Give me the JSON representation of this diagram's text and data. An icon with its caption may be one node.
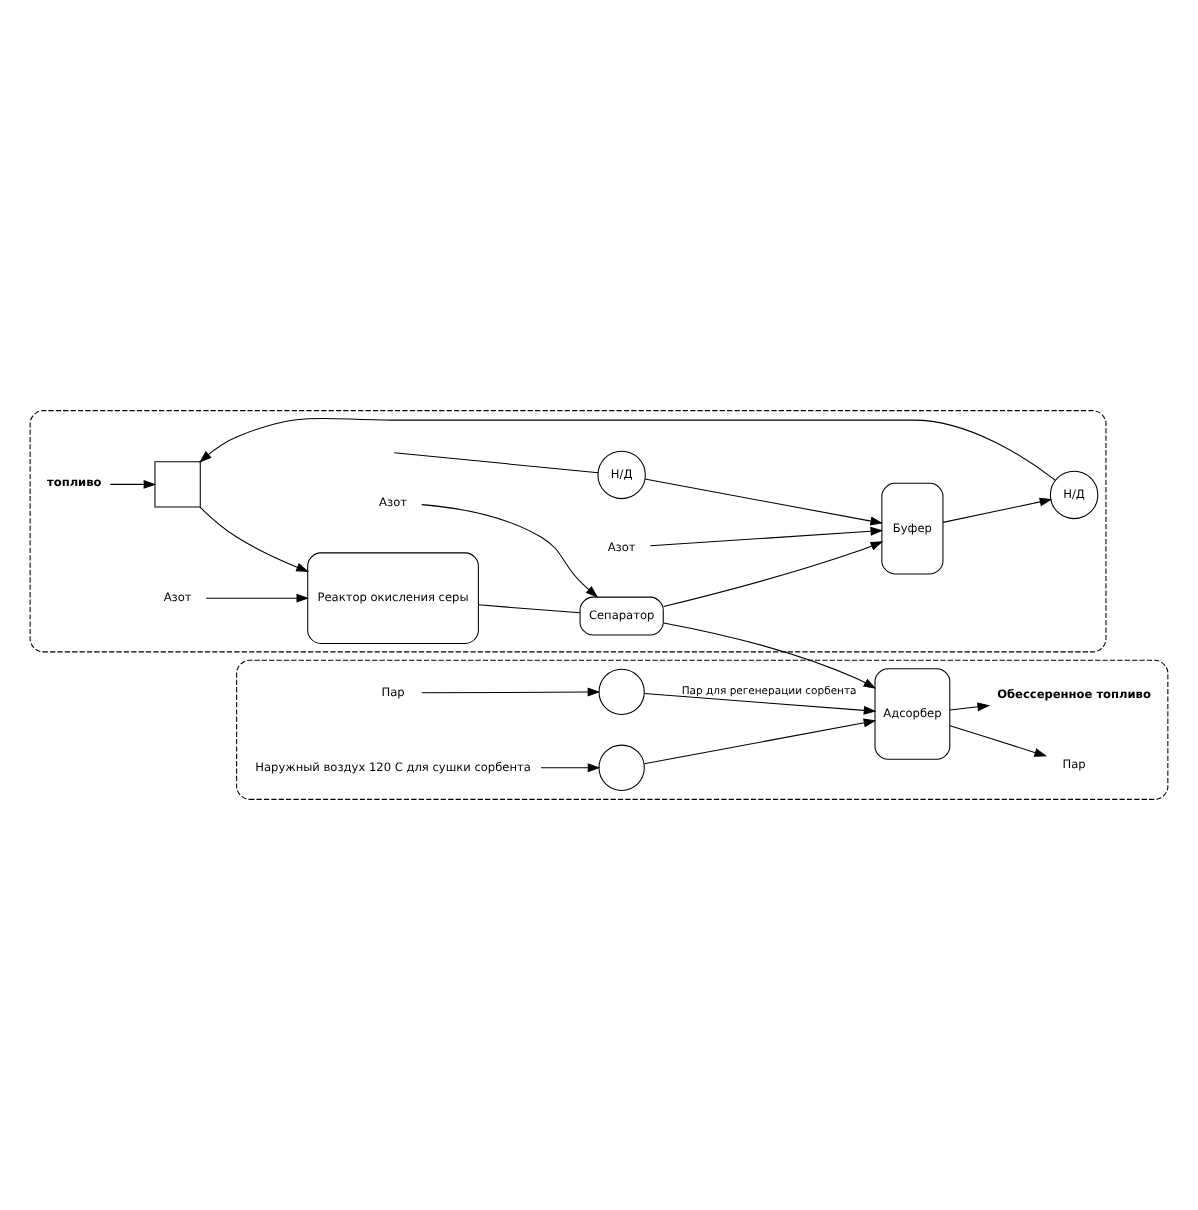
{
  "diagram": {
    "nodes": [
      {
        "text": [],
        "shape": "box"
      },
      {
        "text": [
          "топливо"
        ],
        "in": 0
      },
      {
        "text": [],
        "shape": "box",
        "in": 0
      },
      {
        "text": [
          "Реактор окисления серы"
        ],
        "in": 0
      },
      {
        "text": [
          "Азот"
        ],
        "in": 0
      },
      {
        "text": [
          "Азот"
        ],
        "in": 0
      },
      {
        "text": [
          "Сепаратор"
        ],
        "in": 0
      },
      {
        "text": [
          "Азот"
        ],
        "in": 0
      },
      {
        "text": [
          "Буфер"
        ],
        "in": 0
      },
      {
        "text": [
          "Н/Д"
        ],
        "in": 0
      },
      {
        "text": [
          "Н/Д"
        ],
        "in": 0
      },
      {
        "text": [],
        "shape": "box"
      },
      {
        "text": [
          "Пар"
        ],
        "in": 11
      },
      {
        "text": [],
        "shape": "circle",
        "in": 11
      },
      {
        "text": [
          "Адсорбер"
        ],
        "in": 11
      },
      {
        "text": [
          "Пар"
        ],
        "in": 11
      },
      {
        "text": [
          "Наружный воздух 120 С для сушки сорбента"
        ],
        "in": 11
      },
      {
        "text": [],
        "shape": "circle",
        "in": 11
      },
      {
        "text": [
          "Обессеренное топливо"
        ],
        "in": 11
      }
    ],
    "edges": [
      {
        "from": 1,
        "to": 2,
        "arrow": "to"
      },
      {
        "from": 2,
        "to": 3,
        "arrow": "to"
      },
      {
        "from": 4,
        "to": 3,
        "arrow": "to"
      },
      {
        "from": 5,
        "to": 6,
        "arrow": "to"
      },
      {
        "from": 3,
        "to": 6,
        "arrow": "none"
      },
      {
        "from": 6,
        "to": 14,
        "arrow": "to"
      },
      {
        "from": 6,
        "to": 8,
        "arrow": "to"
      },
      {
        "from": 7,
        "to": 8,
        "arrow": "to"
      },
      {
        "from": 8,
        "to": 9,
        "arrow": "to"
      },
      {
        "from": 9,
        "to": 2,
        "arrow": "to"
      },
      {
        "from": null,
        "to": 10,
        "arrow": "none"
      },
      {
        "from": 10,
        "to": 8,
        "arrow": "to"
      },
      {
        "from": 12,
        "to": 13,
        "arrow": "to"
      },
      {
        "from": 13,
        "to": 14,
        "label": "Пар для регенерации сорбента",
        "arrow": "to"
      },
      {
        "from": 14,
        "to": 15,
        "arrow": "to"
      },
      {
        "from": 16,
        "to": 17,
        "arrow": "to"
      },
      {
        "from": 17,
        "to": 14,
        "arrow": "to"
      },
      {
        "from": 14,
        "to": 18,
        "arrow": "to"
      }
    ]
  }
}
